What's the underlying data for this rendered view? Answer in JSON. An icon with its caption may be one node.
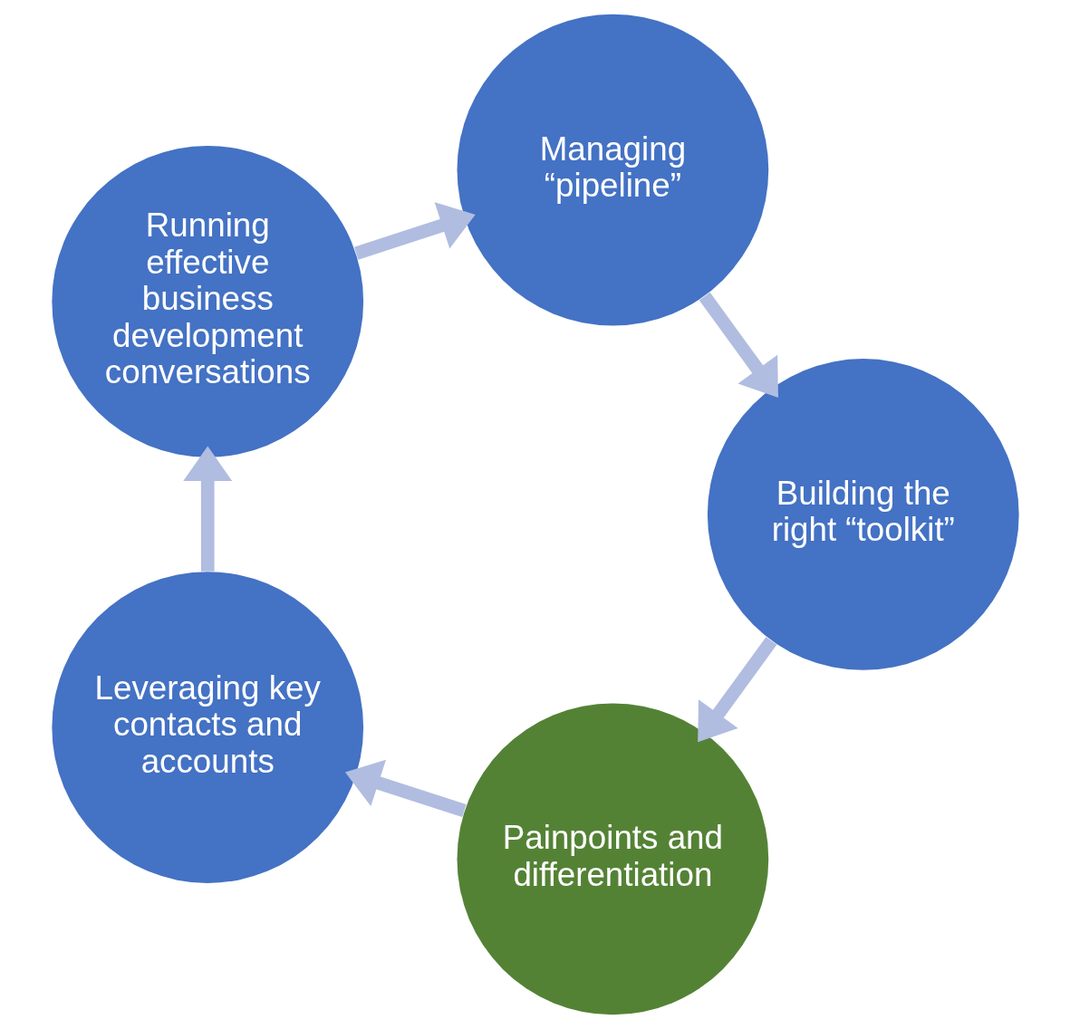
{
  "diagram": {
    "nodes": [
      {
        "text": [
          "Painpoints and differentiation"
        ]
      },
      {
        "text": [
          "Leveraging key contacts and accounts"
        ]
      },
      {
        "text": [
          "Running effective business development conversations"
        ]
      },
      {
        "text": [
          "Managing “pipeline”"
        ]
      },
      {
        "text": [
          "Building the right “toolkit”"
        ]
      }
    ],
    "edges": [
      {
        "from": 0,
        "to": 1,
        "arrow": "to"
      },
      {
        "from": 1,
        "to": 2,
        "arrow": "to"
      },
      {
        "from": 2,
        "to": 3,
        "arrow": "to"
      },
      {
        "from": 3,
        "to": 4,
        "arrow": "to"
      },
      {
        "from": 4,
        "to": 0,
        "arrow": "to"
      }
    ]
  }
}
